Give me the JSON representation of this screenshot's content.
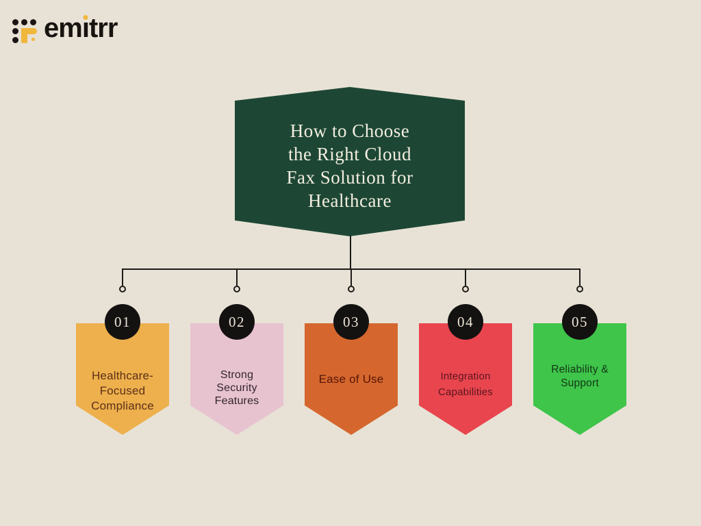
{
  "background_color": "#e8e2d6",
  "logo": {
    "brand": "emitrr",
    "wordmark_pre": "em",
    "wordmark_i": "ı",
    "wordmark_post": "trr",
    "accent_color": "#f0b73c",
    "dot_color": "#1a1513"
  },
  "title": {
    "text": "How to Choose\nthe Right Cloud\nFax Solution for\nHealthcare",
    "bg_color": "#1d4734",
    "text_color": "#f3eee1"
  },
  "connector": {
    "line_color": "#1c1a18"
  },
  "number_badge": {
    "bg_color": "#141111",
    "text_color": "#ece5d6"
  },
  "items": [
    {
      "number": "01",
      "label": "Healthcare-\nFocused\nCompliance",
      "bg_color": "#edb04c",
      "text_color": "#5c2f1a"
    },
    {
      "number": "02",
      "label": "Strong\nSecurity\nFeatures",
      "bg_color": "#e7c3cf",
      "text_color": "#32252e"
    },
    {
      "number": "03",
      "label": "Ease of Use",
      "bg_color": "#d5672e",
      "text_color": "#571507"
    },
    {
      "number": "04",
      "label": "Integration\nCapabilities",
      "bg_color": "#e9454e",
      "text_color": "#5c151d"
    },
    {
      "number": "05",
      "label": "Reliability &\nSupport",
      "bg_color": "#3ec54a",
      "text_color": "#143517"
    }
  ]
}
